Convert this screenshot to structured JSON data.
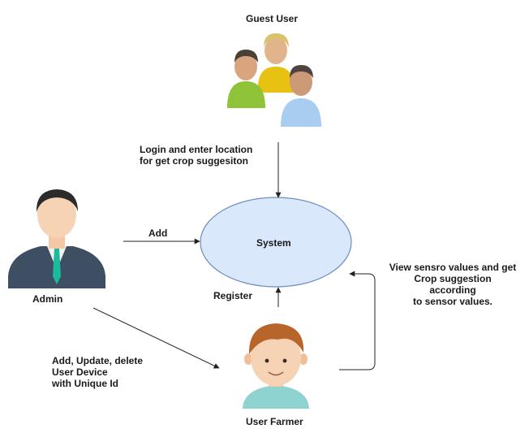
{
  "actors": {
    "guest": {
      "label": "Guest User"
    },
    "admin": {
      "label": "Admin"
    },
    "farmer": {
      "label": "User Farmer"
    }
  },
  "system": {
    "label": "System"
  },
  "flows": {
    "guest_to_system": [
      "Login and enter location",
      "for get crop suggesiton"
    ],
    "admin_to_system": "Add",
    "farmer_to_system": "Register",
    "admin_to_farmer": [
      "Add, Update, delete",
      "User Device",
      "with Unique Id"
    ],
    "system_to_farmer": [
      "View sensro values and get",
      "Crop suggestion",
      "according",
      "to sensor values."
    ]
  },
  "colors": {
    "system_fill": "#dae8fc",
    "system_stroke": "#6c8ebf",
    "line": "#222222"
  },
  "icons": {
    "guest": "group-of-users-icon",
    "admin": "businessman-icon",
    "farmer": "boy-user-icon"
  }
}
